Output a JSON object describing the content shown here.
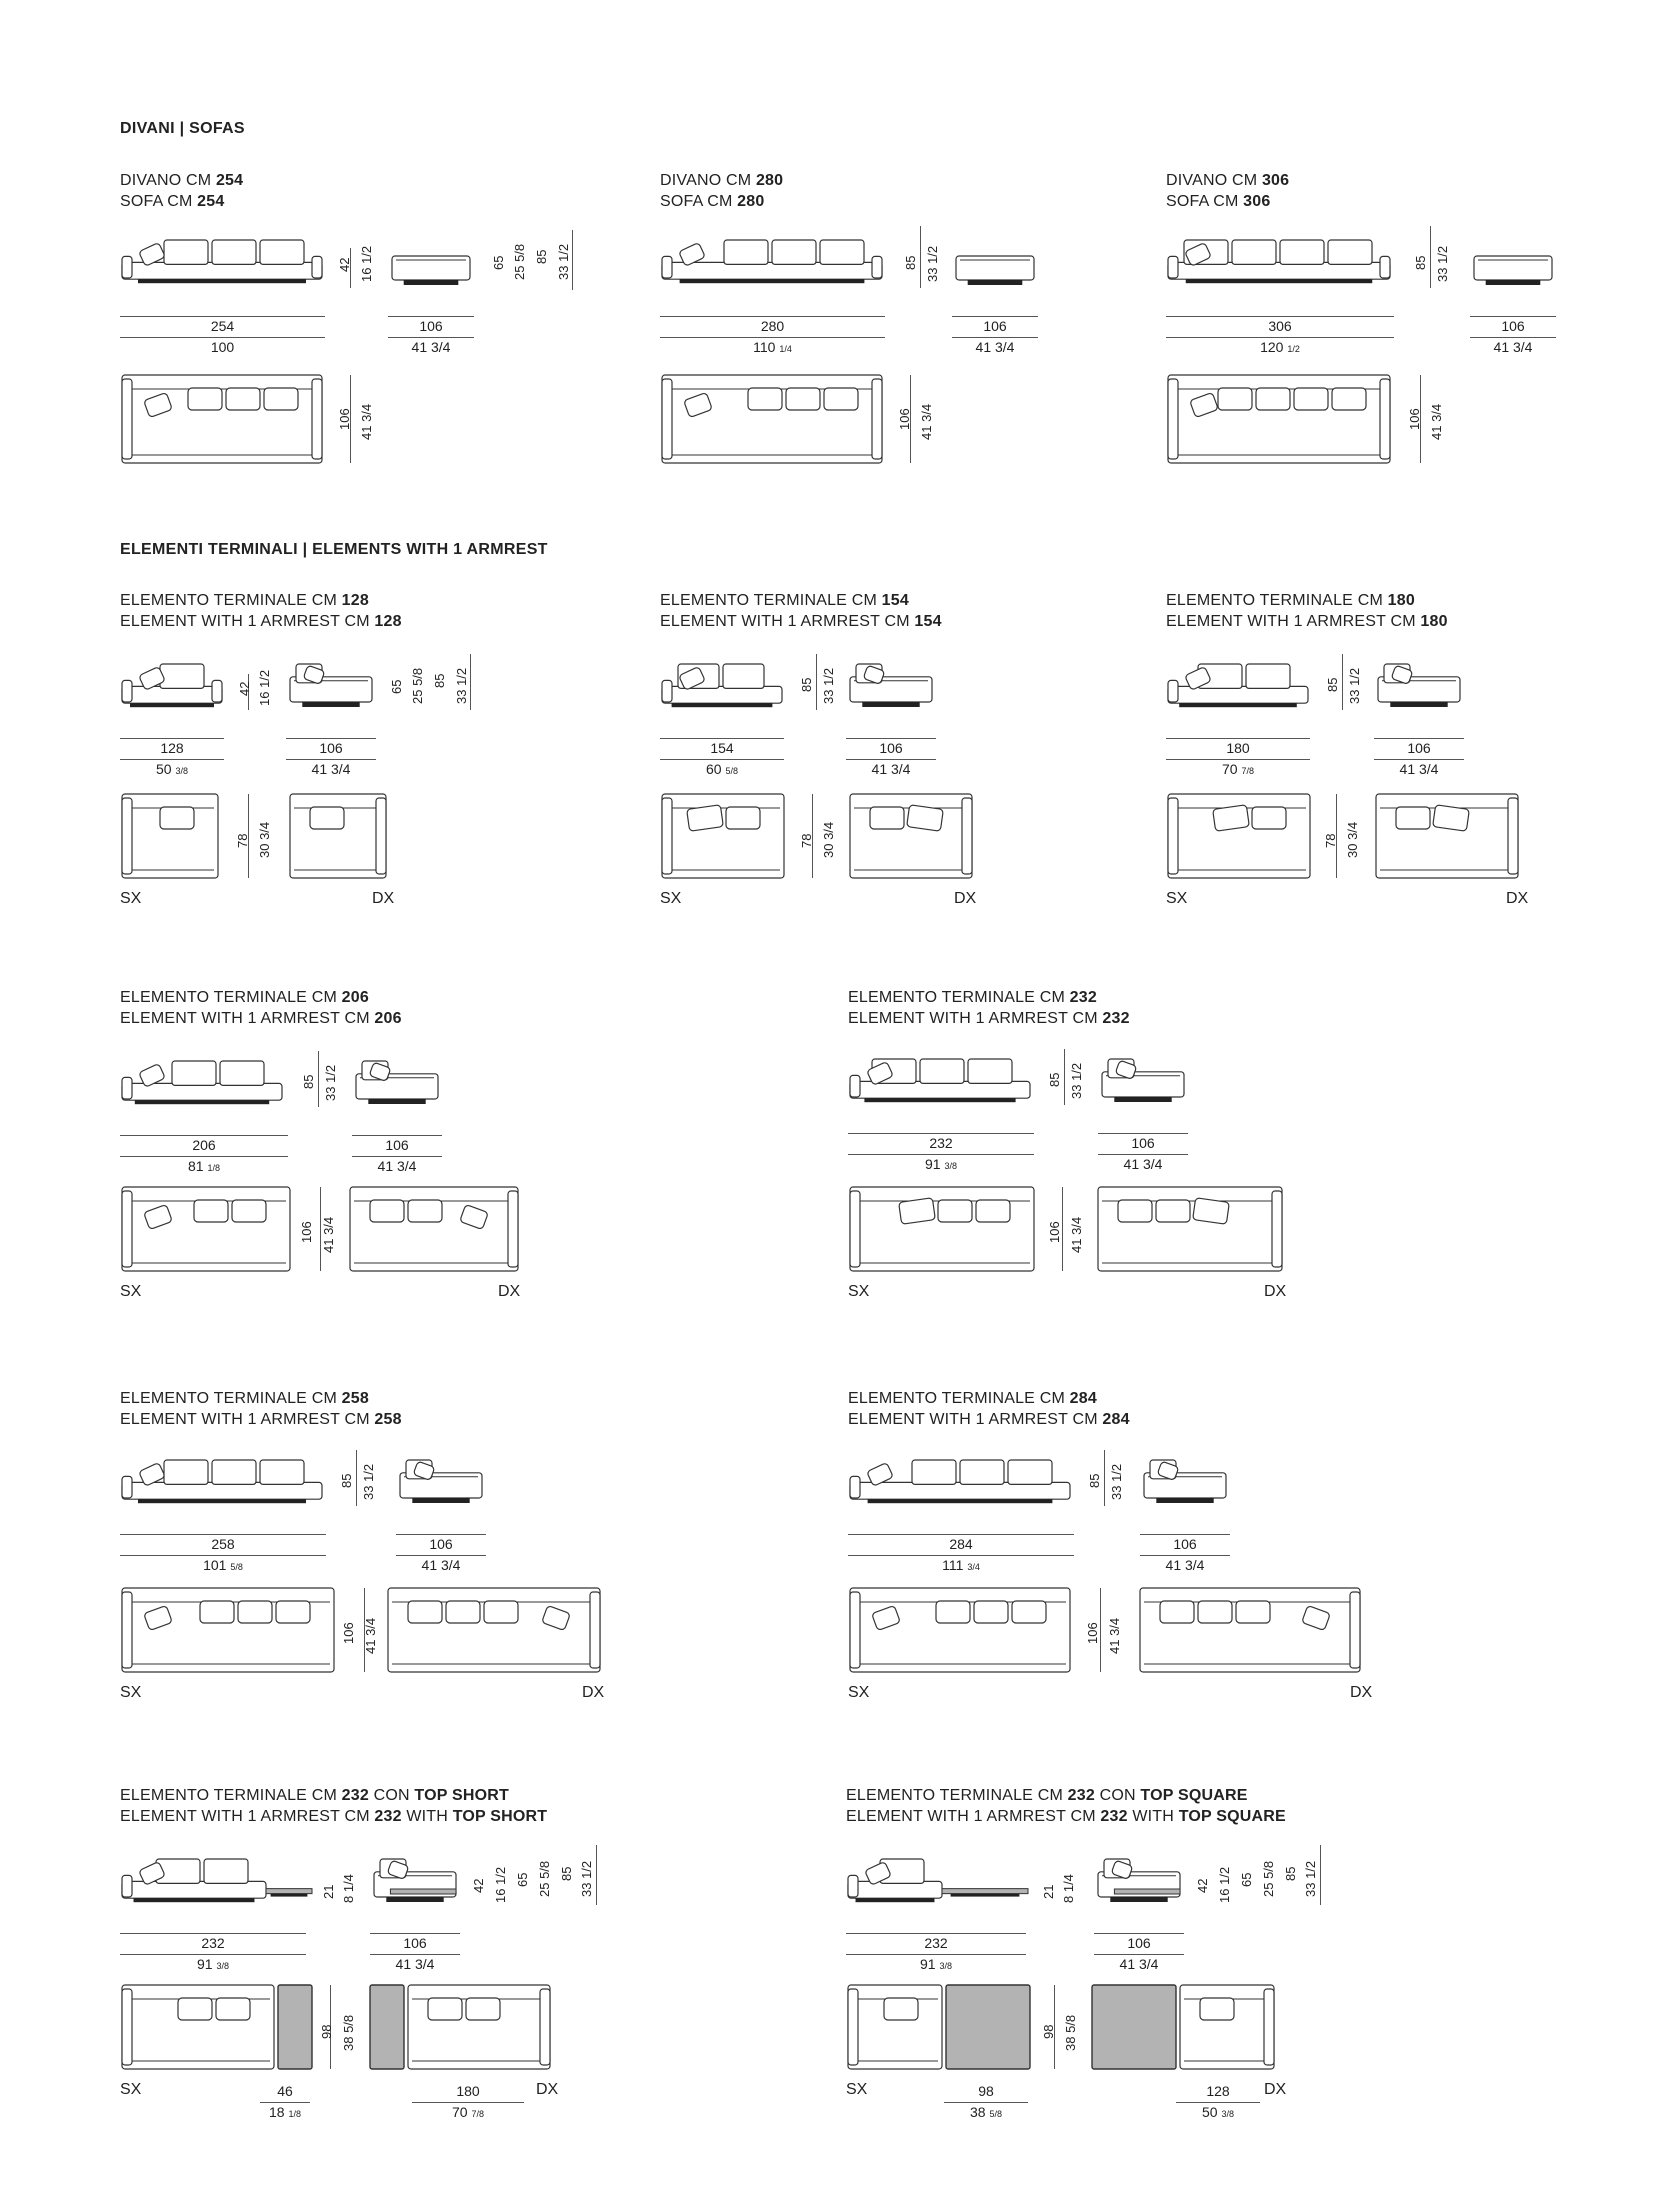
{
  "sections": {
    "sofas": "DIVANI | SOFAS",
    "elements": "ELEMENTI TERMINALI | ELEMENTS WITH 1 ARMREST"
  },
  "labels": {
    "sx": "SX",
    "dx": "DX"
  },
  "sofas": [
    {
      "it": "DIVANO CM ",
      "en": "SOFA CM ",
      "size": "254",
      "wcm": "254",
      "win": "100",
      "win_fr": "",
      "hseat": "42",
      "hseat_in": "16 1/2",
      "harm": "65",
      "harm_in": "25 5/8",
      "hback": "85",
      "hback_in": "33 1/2",
      "dcm": "106",
      "din": "41 3/4"
    },
    {
      "it": "DIVANO CM ",
      "en": "SOFA CM ",
      "size": "280",
      "wcm": "280",
      "win": "110",
      "win_fr": "1/4",
      "hback": "85",
      "hback_in": "33 1/2",
      "dcm": "106",
      "din": "41 3/4"
    },
    {
      "it": "DIVANO CM ",
      "en": "SOFA CM ",
      "size": "306",
      "wcm": "306",
      "win": "120",
      "win_fr": "1/2",
      "hback": "85",
      "hback_in": "33 1/2",
      "dcm": "106",
      "din": "41 3/4"
    }
  ],
  "elements": [
    {
      "it": "ELEMENTO TERMINALE CM ",
      "en": "ELEMENT WITH 1 ARMREST CM ",
      "size": "128",
      "wcm": "128",
      "win": "50",
      "win_fr": "3/8",
      "hseat": "42",
      "hseat_in": "16 1/2",
      "harm": "65",
      "harm_in": "25 5/8",
      "hback": "85",
      "hback_in": "33 1/2",
      "dcm": "106",
      "din": "41 3/4",
      "plan": "78",
      "plan_in": "30 3/4"
    },
    {
      "it": "ELEMENTO TERMINALE CM ",
      "en": "ELEMENT WITH 1 ARMREST CM ",
      "size": "154",
      "wcm": "154",
      "win": "60",
      "win_fr": "5/8",
      "hback": "85",
      "hback_in": "33 1/2",
      "dcm": "106",
      "din": "41 3/4",
      "plan": "78",
      "plan_in": "30 3/4"
    },
    {
      "it": "ELEMENTO TERMINALE CM ",
      "en": "ELEMENT WITH 1 ARMREST CM ",
      "size": "180",
      "wcm": "180",
      "win": "70",
      "win_fr": "7/8",
      "hback": "85",
      "hback_in": "33 1/2",
      "dcm": "106",
      "din": "41 3/4",
      "plan": "78",
      "plan_in": "30 3/4"
    },
    {
      "it": "ELEMENTO TERMINALE CM ",
      "en": "ELEMENT WITH 1 ARMREST CM ",
      "size": "206",
      "wcm": "206",
      "win": "81",
      "win_fr": "1/8",
      "hback": "85",
      "hback_in": "33 1/2",
      "dcm": "106",
      "din": "41 3/4",
      "plan": "106",
      "plan_in": "41 3/4"
    },
    {
      "it": "ELEMENTO TERMINALE CM ",
      "en": "ELEMENT WITH 1 ARMREST CM ",
      "size": "232",
      "wcm": "232",
      "win": "91",
      "win_fr": "3/8",
      "hback": "85",
      "hback_in": "33 1/2",
      "dcm": "106",
      "din": "41 3/4",
      "plan": "106",
      "plan_in": "41 3/4"
    },
    {
      "it": "ELEMENTO TERMINALE CM ",
      "en": "ELEMENT WITH 1 ARMREST CM ",
      "size": "258",
      "wcm": "258",
      "win": "101",
      "win_fr": "5/8",
      "hback": "85",
      "hback_in": "33 1/2",
      "dcm": "106",
      "din": "41 3/4",
      "plan": "106",
      "plan_in": "41 3/4"
    },
    {
      "it": "ELEMENTO TERMINALE CM ",
      "en": "ELEMENT WITH 1 ARMREST CM ",
      "size": "284",
      "wcm": "284",
      "win": "111",
      "win_fr": "3/4",
      "hback": "85",
      "hback_in": "33 1/2",
      "dcm": "106",
      "din": "41 3/4",
      "plan": "106",
      "plan_in": "41 3/4"
    }
  ],
  "tops": [
    {
      "it": "ELEMENTO TERMINALE CM ",
      "it_con": " CON ",
      "en": "ELEMENT WITH 1 ARMREST CM ",
      "en_with": " WITH ",
      "size": "232",
      "top": "TOP SHORT",
      "wcm": "232",
      "win": "91",
      "win_fr": "3/8",
      "dcm": "106",
      "din": "41 3/4",
      "htop": "21",
      "htop_in": "8 1/4",
      "hseat": "42",
      "hseat_in": "16 1/2",
      "harm": "65",
      "harm_in": "25 5/8",
      "hback": "85",
      "hback_in": "33 1/2",
      "plan": "98",
      "plan_in": "38 5/8",
      "sx_w": "46",
      "sx_win": "18",
      "sx_wfr": "1/8",
      "dx_w": "180",
      "dx_win": "70",
      "dx_wfr": "7/8"
    },
    {
      "it": "ELEMENTO TERMINALE CM ",
      "it_con": " CON ",
      "en": "ELEMENT WITH 1 ARMREST CM ",
      "en_with": " WITH ",
      "size": "232",
      "top": "TOP SQUARE",
      "wcm": "232",
      "win": "91",
      "win_fr": "3/8",
      "dcm": "106",
      "din": "41 3/4",
      "htop": "21",
      "htop_in": "8 1/4",
      "hseat": "42",
      "hseat_in": "16 1/2",
      "harm": "65",
      "harm_in": "25 5/8",
      "hback": "85",
      "hback_in": "33 1/2",
      "plan": "98",
      "plan_in": "38 5/8",
      "sx_w": "98",
      "sx_win": "38",
      "sx_wfr": "5/8",
      "dx_w": "128",
      "dx_win": "50",
      "dx_wfr": "3/8"
    }
  ],
  "colors": {
    "line": "#333333",
    "top_fill": "#b3b3b3",
    "base": "#222222"
  }
}
